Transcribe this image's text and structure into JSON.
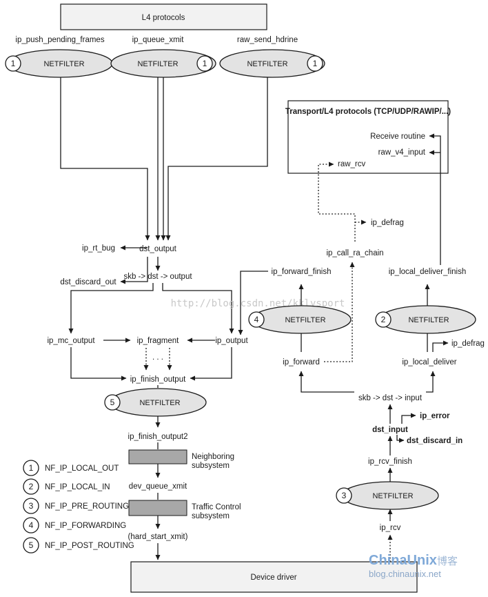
{
  "top_box": "L4 protocols",
  "transport_box": {
    "title": "Transport/L4 protocols (TCP/UDP/RAWIP/...)",
    "receive_routine": "Receive routine",
    "raw_v4_input": "raw_v4_input"
  },
  "netfilter": "NETFILTER",
  "hooks": {
    "h1": "1",
    "h2": "2",
    "h3": "3",
    "h4": "4",
    "h5": "5"
  },
  "functions": {
    "ip_push_pending_frames": "ip_push_pending_frames",
    "ip_queue_xmit": "ip_queue_xmit",
    "raw_send_hdrine": "raw_send_hdrine",
    "raw_rcv": "raw_rcv",
    "ip_defrag": "ip_defrag",
    "ip_call_ra_chain": "ip_call_ra_chain",
    "ip_rt_bug": "ip_rt_bug",
    "dst_output": "dst_output",
    "dst_discard_out": "dst_discard_out",
    "skb_dst_output": "skb -> dst -> output",
    "ip_forward_finish": "ip_forward_finish",
    "ip_local_deliver_finish": "ip_local_deliver_finish",
    "ip_mc_output": "ip_mc_output",
    "ip_fragment": "ip_fragment",
    "ip_output": "ip_output",
    "ip_forward": "ip_forward",
    "ip_local_deliver": "ip_local_deliver",
    "ip_defrag2": "ip_defrag",
    "dots": ". . .",
    "ip_finish_output": "ip_finish_output",
    "skb_dst_input": "skb -> dst -> input",
    "ip_error": "ip_error",
    "dst_input": "dst_input",
    "dst_discard_in": "dst_discard_in",
    "ip_finish_output2": "ip_finish_output2",
    "ip_rcv_finish": "ip_rcv_finish",
    "dev_queue_xmit": "dev_queue_xmit",
    "hard_start_xmit": "(hard_start_xmit)",
    "ip_rcv": "ip_rcv"
  },
  "subsystems": {
    "neighboring_1": "Neighboring",
    "neighboring_2": "subsystem",
    "traffic_1": "Traffic Control",
    "traffic_2": "subsystem"
  },
  "legend": [
    {
      "num": "1",
      "label": "NF_IP_LOCAL_OUT"
    },
    {
      "num": "2",
      "label": "NF_IP_LOCAL_IN"
    },
    {
      "num": "3",
      "label": "NF_IP_PRE_ROUTING"
    },
    {
      "num": "4",
      "label": "NF_IP_FORWARDING"
    },
    {
      "num": "5",
      "label": "NF_IP_POST_ROUTING"
    }
  ],
  "device_driver": "Device driver",
  "watermark": {
    "url": "http://blog.csdn.net/kklysport",
    "logo_a": "ChinaUnix",
    "logo_b": "博客",
    "logo_url": "blog.chinaunix.net"
  }
}
